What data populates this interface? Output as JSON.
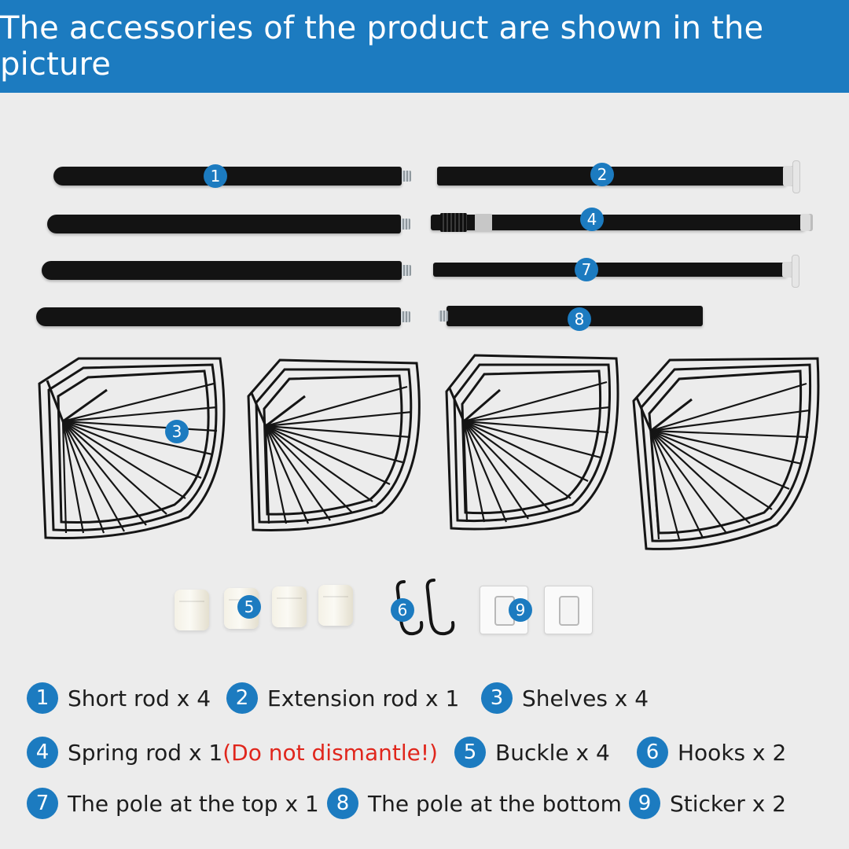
{
  "header": {
    "title": "The accessories of the product are shown in the picture"
  },
  "badges": [
    "1",
    "2",
    "3",
    "4",
    "5",
    "6",
    "7",
    "8",
    "9"
  ],
  "legend": [
    {
      "num": "1",
      "text": "Short rod x 4"
    },
    {
      "num": "2",
      "text": "Extension rod x 1"
    },
    {
      "num": "3",
      "text": "Shelves x 4"
    },
    {
      "num": "4",
      "text": "Spring rod x 1",
      "note": "(Do not dismantle!)"
    },
    {
      "num": "5",
      "text": "Buckle x 4"
    },
    {
      "num": "6",
      "text": "Hooks x 2"
    },
    {
      "num": "7",
      "text": "The pole at the top x 1"
    },
    {
      "num": "8",
      "text": "The pole at the bottom"
    },
    {
      "num": "9",
      "text": "Sticker x 2"
    }
  ],
  "colors": {
    "accent": "#1c7bc0",
    "warning": "#e0261c",
    "background": "#ececec"
  }
}
